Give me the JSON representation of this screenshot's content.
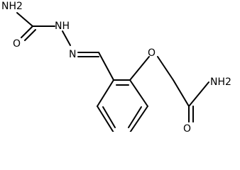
{
  "diagram": {
    "type": "chemical-structure",
    "atoms": {
      "nh2_left": "NH2",
      "nh": "NH",
      "n": "N",
      "o_left": "O",
      "o_ether": "O",
      "nh2_right": "NH2",
      "o_right": "O"
    }
  },
  "colors": {
    "bond": "#000000",
    "text": "#000000",
    "background": "#ffffff"
  }
}
